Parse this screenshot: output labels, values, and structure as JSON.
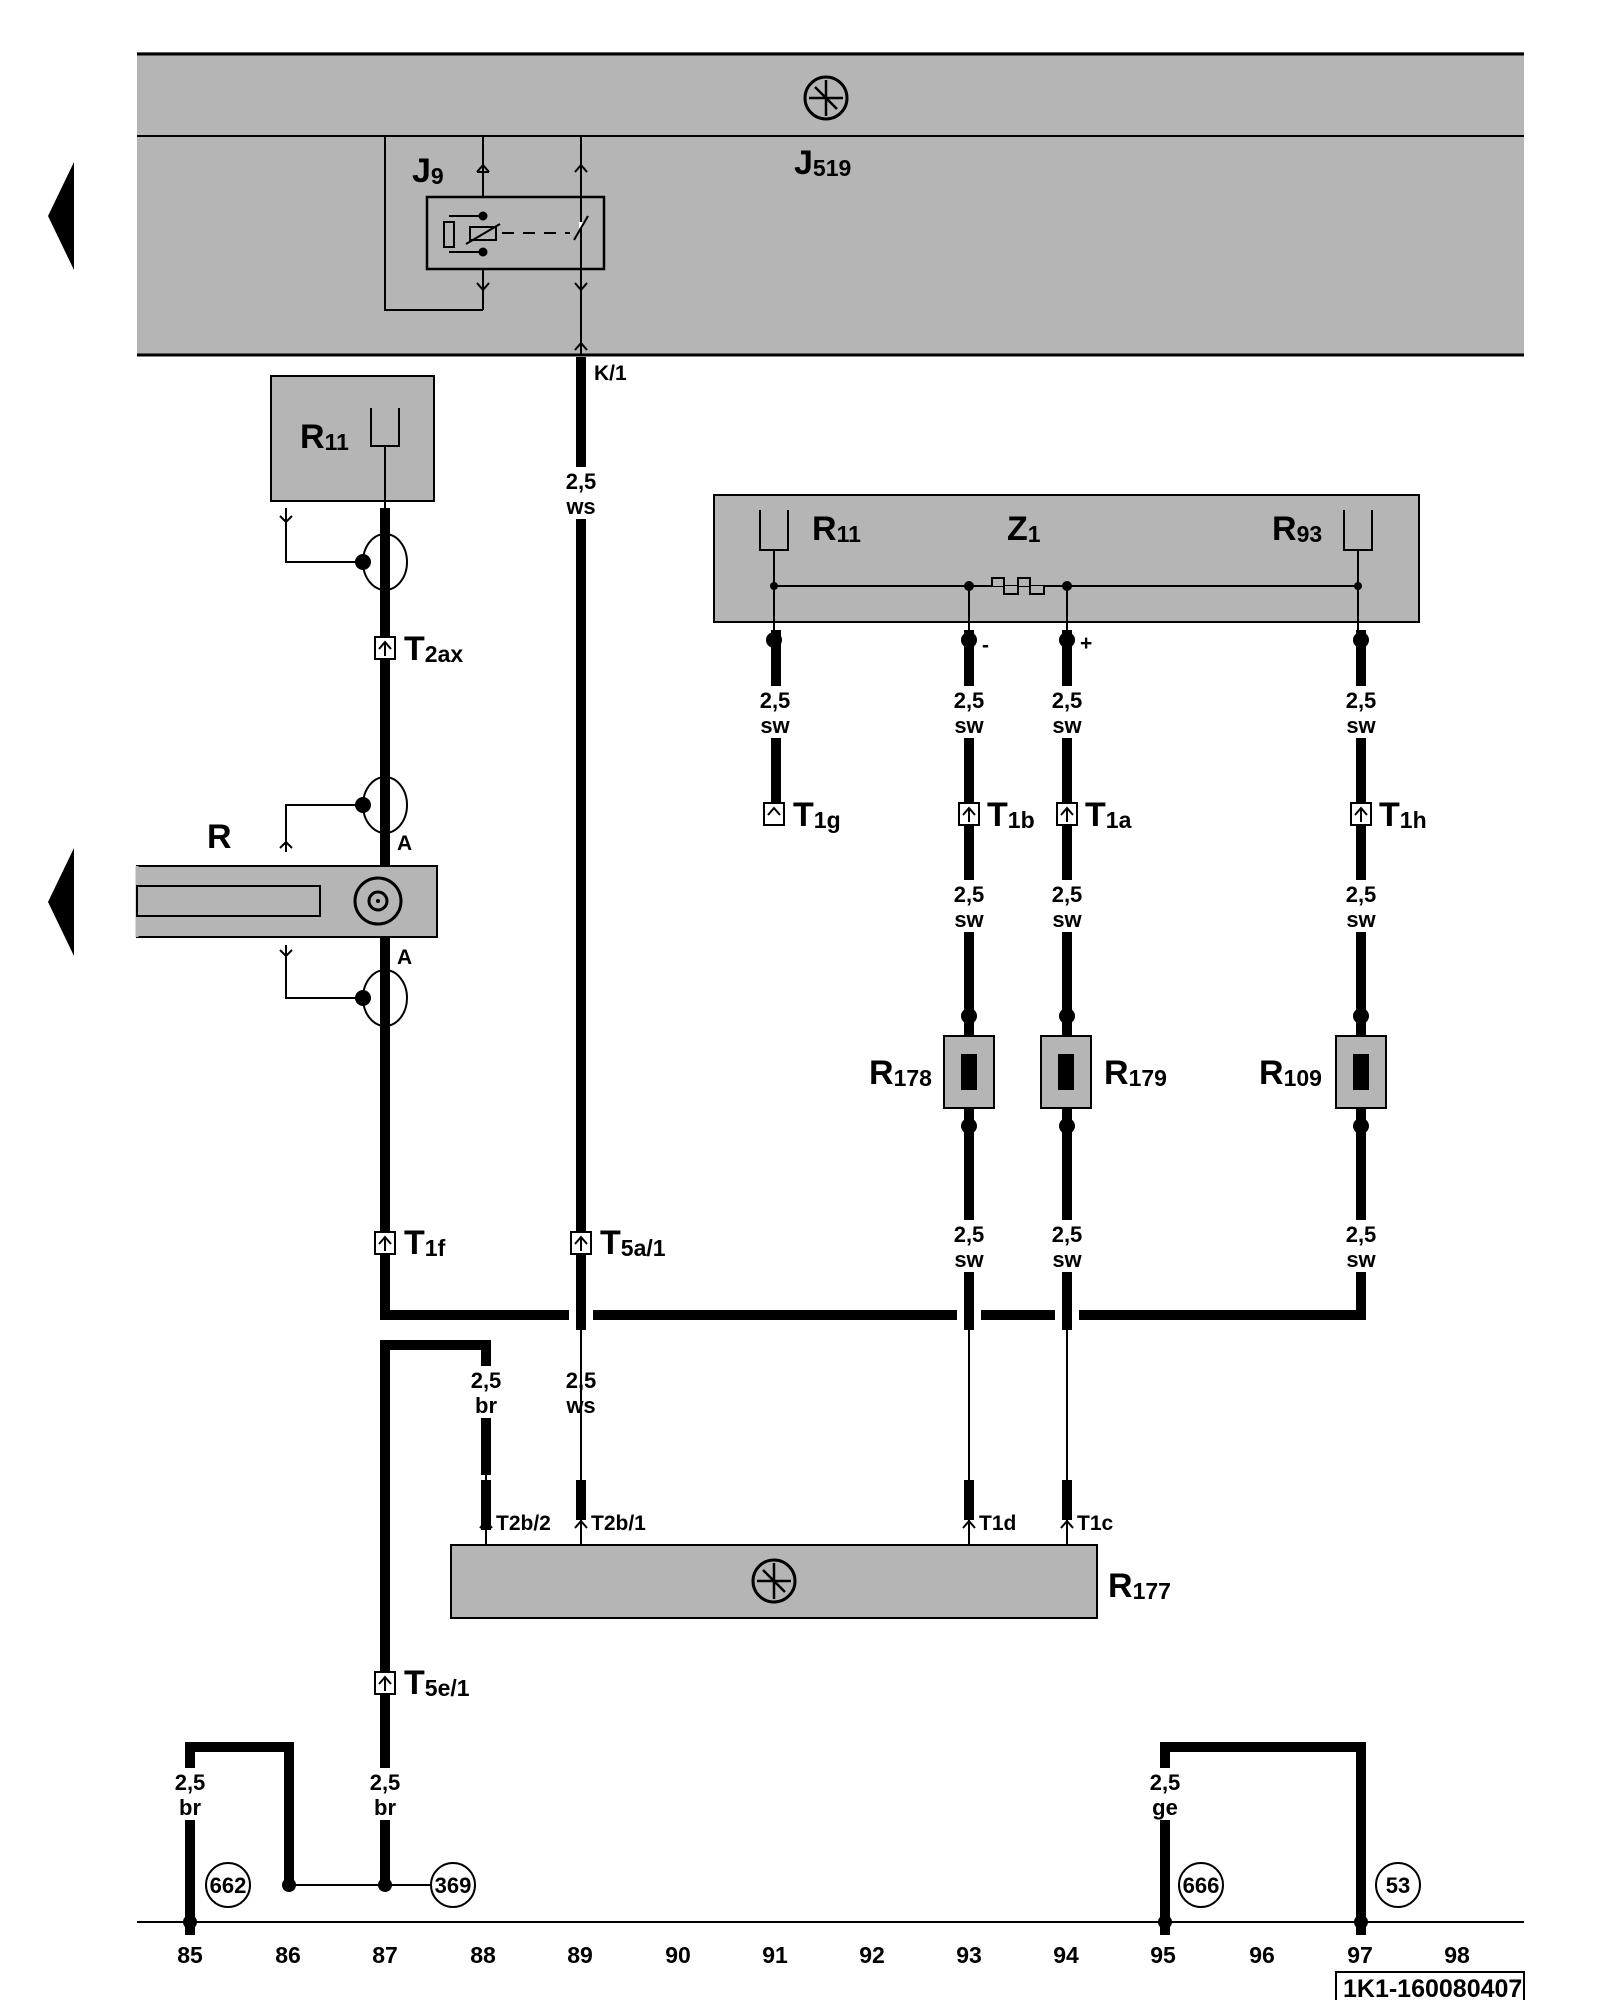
{
  "components": {
    "J519": {
      "letter": "J",
      "sub": "519"
    },
    "J9": {
      "letter": "J",
      "sub": "9"
    },
    "R11_top": {
      "letter": "R",
      "sub": "11"
    },
    "R": {
      "letter": "R"
    },
    "R11_right": {
      "letter": "R",
      "sub": "11"
    },
    "Z1": {
      "letter": "Z",
      "sub": "1"
    },
    "R93": {
      "letter": "R",
      "sub": "93"
    },
    "R178": {
      "letter": "R",
      "sub": "178"
    },
    "R179": {
      "letter": "R",
      "sub": "179"
    },
    "R109": {
      "letter": "R",
      "sub": "109"
    },
    "R177": {
      "letter": "R",
      "sub": "177"
    }
  },
  "connectors": {
    "T2ax": {
      "letter": "T",
      "sub": "2ax"
    },
    "T1f": {
      "letter": "T",
      "sub": "1f"
    },
    "T5a1": {
      "letter": "T",
      "sub": "5a/1"
    },
    "T1g": {
      "letter": "T",
      "sub": "1g"
    },
    "T1b": {
      "letter": "T",
      "sub": "1b"
    },
    "T1a": {
      "letter": "T",
      "sub": "1a"
    },
    "T1h": {
      "letter": "T",
      "sub": "1h"
    },
    "T5e1": {
      "letter": "T",
      "sub": "5e/1"
    }
  },
  "pins": {
    "K1": "K/1",
    "A_top": "A",
    "A_bottom": "A",
    "minus": "-",
    "plus": "+",
    "T2b2": "T2b/2",
    "T2b1": "T2b/1",
    "T1d": "T1d",
    "T1c": "T1c"
  },
  "wires": {
    "w89_top": {
      "size": "2,5",
      "color": "ws"
    },
    "w_r11": {
      "size": "2,5",
      "color": "sw"
    },
    "w93_a": {
      "size": "2,5",
      "color": "sw"
    },
    "w94_a": {
      "size": "2,5",
      "color": "sw"
    },
    "w97_a": {
      "size": "2,5",
      "color": "sw"
    },
    "w93_b": {
      "size": "2,5",
      "color": "sw"
    },
    "w94_b": {
      "size": "2,5",
      "color": "sw"
    },
    "w97_b": {
      "size": "2,5",
      "color": "sw"
    },
    "w93_c": {
      "size": "2,5",
      "color": "sw"
    },
    "w94_c": {
      "size": "2,5",
      "color": "sw"
    },
    "w97_c": {
      "size": "2,5",
      "color": "sw"
    },
    "w88": {
      "size": "2,5",
      "color": "br"
    },
    "w89_bottom": {
      "size": "2,5",
      "color": "ws"
    },
    "w85": {
      "size": "2,5",
      "color": "br"
    },
    "w87": {
      "size": "2,5",
      "color": "br"
    },
    "w95": {
      "size": "2,5",
      "color": "ge"
    }
  },
  "ground_points": {
    "g662": "662",
    "g369": "369",
    "g666": "666",
    "g53": "53"
  },
  "track_numbers": [
    "85",
    "86",
    "87",
    "88",
    "89",
    "90",
    "91",
    "92",
    "93",
    "94",
    "95",
    "96",
    "97",
    "98"
  ],
  "diagram_code": "1K1-160080407",
  "colors": {
    "component_fill": "#b5b5b5",
    "wire": "#000000",
    "background": "#ffffff"
  }
}
